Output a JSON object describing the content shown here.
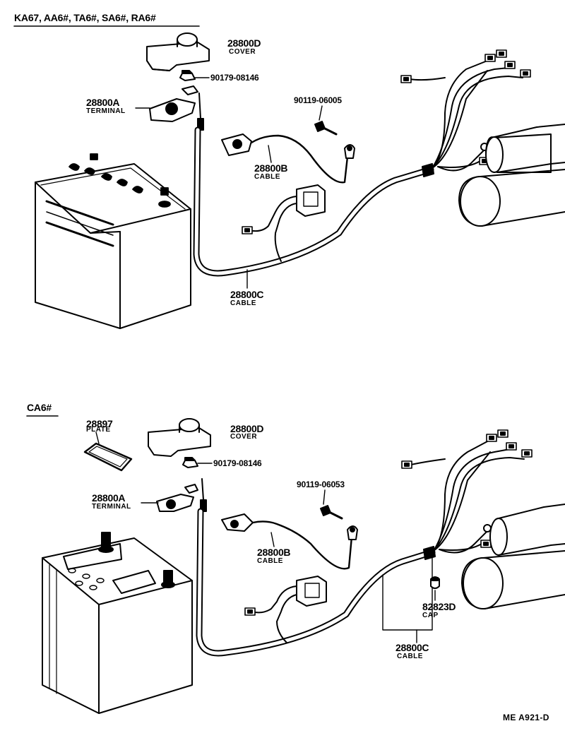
{
  "sections": [
    {
      "title": "KA67, AA6#, TA6#, SA6#, RA6#",
      "parts": {
        "cover": {
          "number": "28800D",
          "desc": "COVER"
        },
        "nut": {
          "number": "90179-08146"
        },
        "terminal": {
          "number": "28800A",
          "desc": "TERMINAL"
        },
        "bolt": {
          "number": "90119-06005"
        },
        "cable_b": {
          "number": "28800B",
          "desc": "CABLE"
        },
        "cable_c": {
          "number": "28800C",
          "desc": "CABLE"
        }
      }
    },
    {
      "title": "CA6#",
      "parts": {
        "plate": {
          "number": "28897",
          "desc": "PLATE"
        },
        "cover": {
          "number": "28800D",
          "desc": "COVER"
        },
        "nut": {
          "number": "90179-08146"
        },
        "terminal": {
          "number": "28800A",
          "desc": "TERMINAL"
        },
        "bolt": {
          "number": "90119-06053"
        },
        "cable_b": {
          "number": "28800B",
          "desc": "CABLE"
        },
        "cap": {
          "number": "82823D",
          "desc": "CAP"
        },
        "cable_c": {
          "number": "28800C",
          "desc": "CABLE"
        }
      }
    }
  ],
  "footer": "ME  A921-D"
}
